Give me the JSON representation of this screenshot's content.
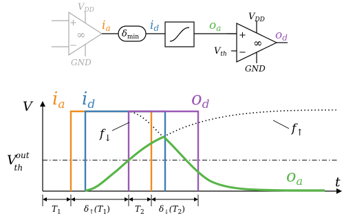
{
  "colors": {
    "ia": "#f08a1c",
    "id": "#3b7fb8",
    "oa": "#58b548",
    "od": "#9a59b5",
    "gray": "#aaaaaa",
    "black": "#000000"
  },
  "circuit": {
    "in_buffer": {
      "vdd": "V",
      "vdd_sub": "DD",
      "gnd": "GND",
      "plus": "+",
      "minus": "−",
      "inf": "∞"
    },
    "signal_ia": {
      "main": "i",
      "sub": "a"
    },
    "delay_box": {
      "main": "δ",
      "sub": "min"
    },
    "signal_id": {
      "main": "i",
      "sub": "d"
    },
    "signal_oa": {
      "main": "o",
      "sub": "a"
    },
    "comparator": {
      "vdd": "V",
      "vdd_sub": "DD",
      "vth": "V",
      "vth_sub": "th",
      "gnd": "GND",
      "plus": "+",
      "minus": "−",
      "inf": "∞"
    },
    "signal_od": {
      "main": "o",
      "sub": "d"
    }
  },
  "plot": {
    "y_label": "V",
    "t_label": "t",
    "threshold": {
      "main": "V",
      "sup": "out",
      "sub": "th"
    },
    "top_ia": {
      "main": "i",
      "sub": "a"
    },
    "top_id": {
      "main": "i",
      "sub": "d"
    },
    "top_od": {
      "main": "o",
      "sub": "d"
    },
    "f_down": {
      "main": "f",
      "sub": "↓"
    },
    "f_up": {
      "main": "f",
      "sub": "↑"
    },
    "oa_label": {
      "main": "o",
      "sub": "a"
    },
    "intervals": {
      "T1": {
        "main": "T",
        "sub": "1"
      },
      "d_up": {
        "main": "δ",
        "sub": "↑",
        "arg": "(T",
        "arg_sub": "1",
        "close": ")"
      },
      "T2": {
        "main": "T",
        "sub": "2"
      },
      "d_down": {
        "main": "δ",
        "sub": "↓",
        "arg": "(T",
        "arg_sub": "2",
        "close": ")"
      }
    }
  }
}
